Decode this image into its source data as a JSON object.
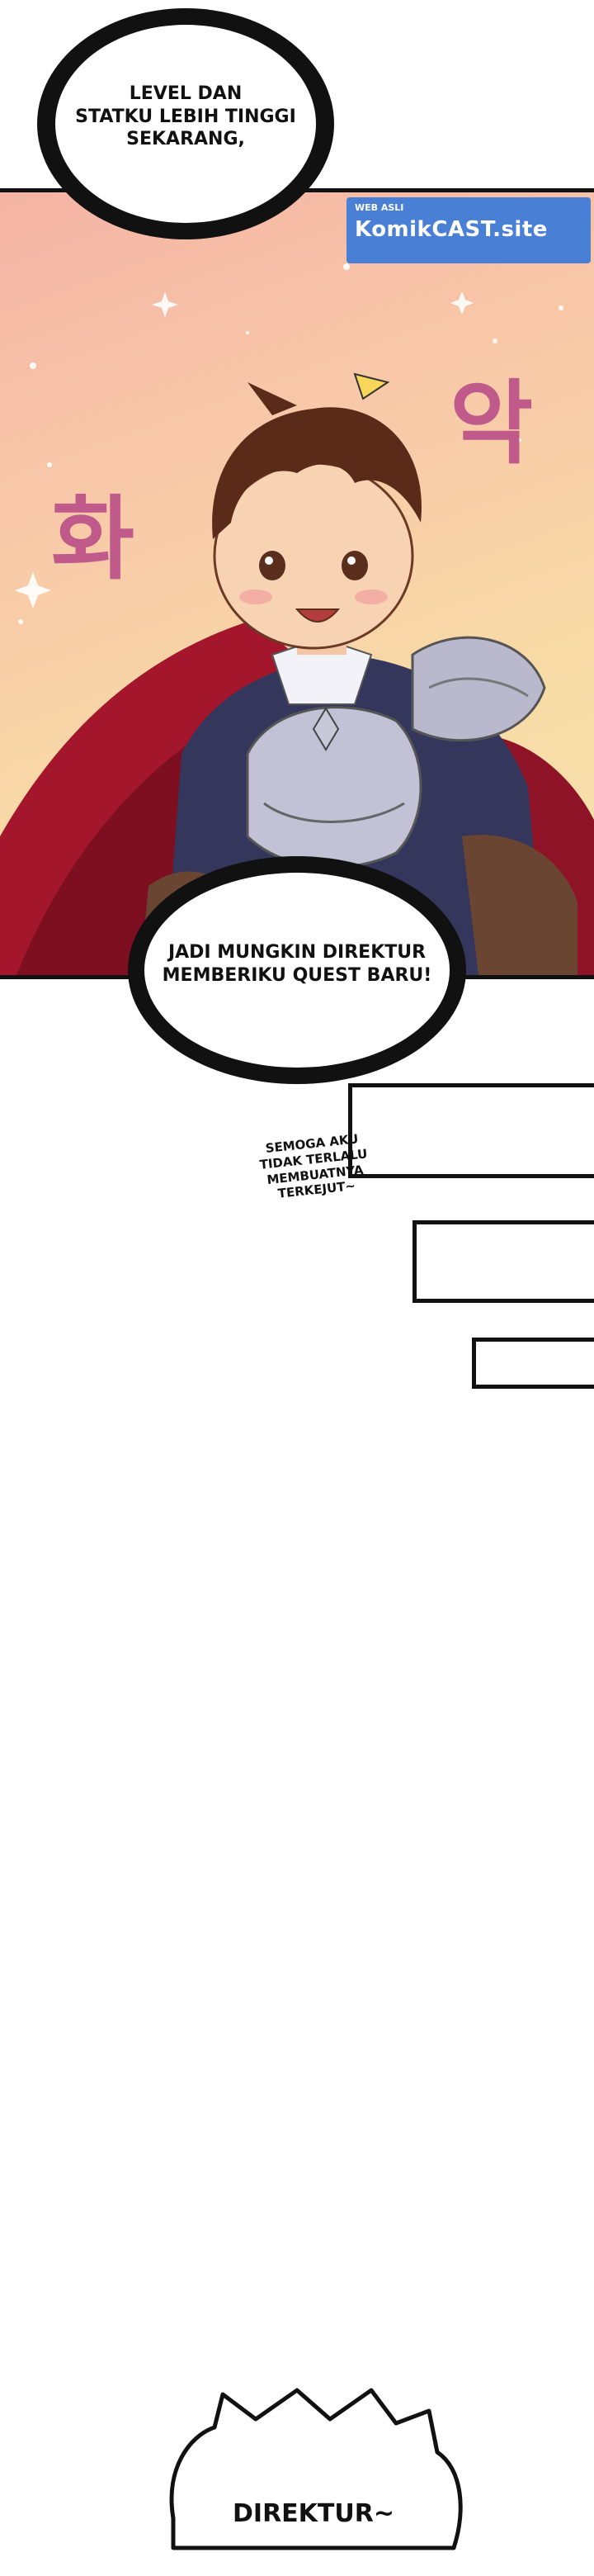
{
  "bubbles": {
    "top": "LEVEL DAN\nSTATKU LEBIH TINGGI\nSEKARANG,",
    "middle": "JADI MUNGKIN DIREKTUR\nMEMBERIKU QUEST BARU!",
    "bottom": "DIREKTUR~"
  },
  "note": {
    "text": "SEMOGA AKU\nTIDAK TERLALU\nMEMBUATNYA\nTERKEJUT~"
  },
  "watermark": {
    "prefix": "WEB ASLI",
    "brand": "KomikCAST.site"
  },
  "sfx": {
    "left": "화",
    "right": "악"
  },
  "colors": {
    "ink": "#111111",
    "watermark_bg": "#4a7fd6",
    "sky_top": "#f4b9a6",
    "sky_bottom": "#f7d9a3",
    "cape": "#a8152a",
    "armor": "#b8b6cc"
  }
}
